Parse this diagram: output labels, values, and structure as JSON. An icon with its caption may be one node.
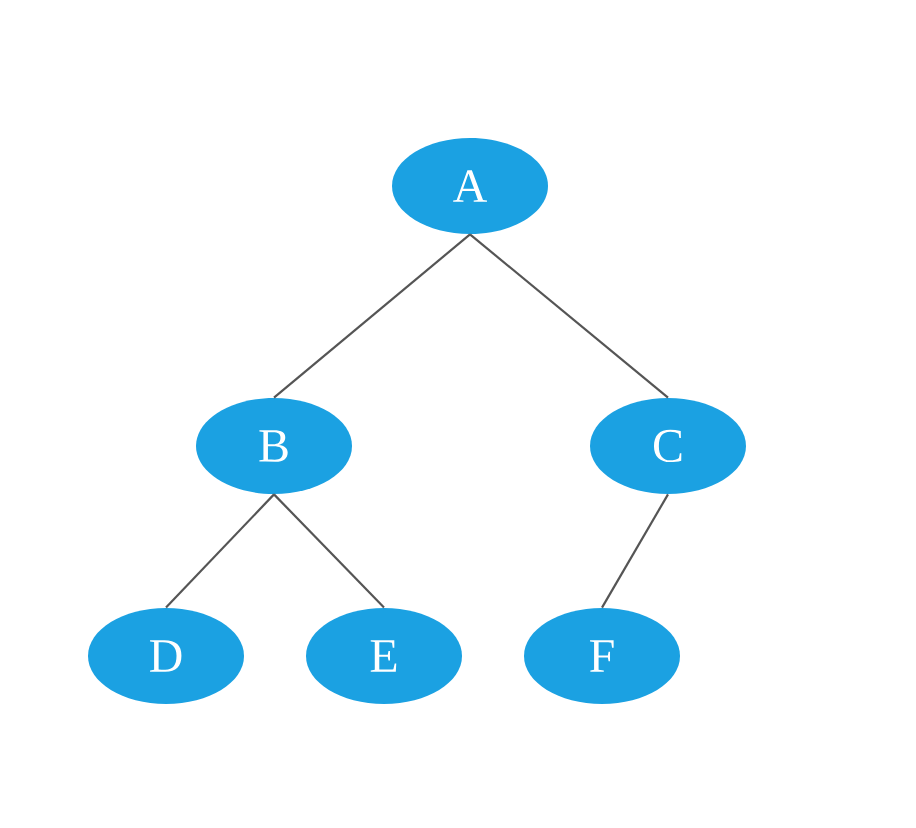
{
  "diagram": {
    "nodes": [
      {
        "text": [
          "A"
        ]
      },
      {
        "text": [
          "B"
        ]
      },
      {
        "text": [
          "C"
        ]
      },
      {
        "text": [
          "D"
        ]
      },
      {
        "text": [
          "E"
        ]
      },
      {
        "text": [
          "F"
        ]
      }
    ],
    "edges": [
      {
        "from": 0,
        "to": 1,
        "arrow": "none"
      },
      {
        "from": 0,
        "to": 2,
        "arrow": "none"
      },
      {
        "from": 1,
        "to": 3,
        "arrow": "none"
      },
      {
        "from": 1,
        "to": 4,
        "arrow": "none"
      },
      {
        "from": 2,
        "to": 5,
        "arrow": "none"
      }
    ]
  }
}
